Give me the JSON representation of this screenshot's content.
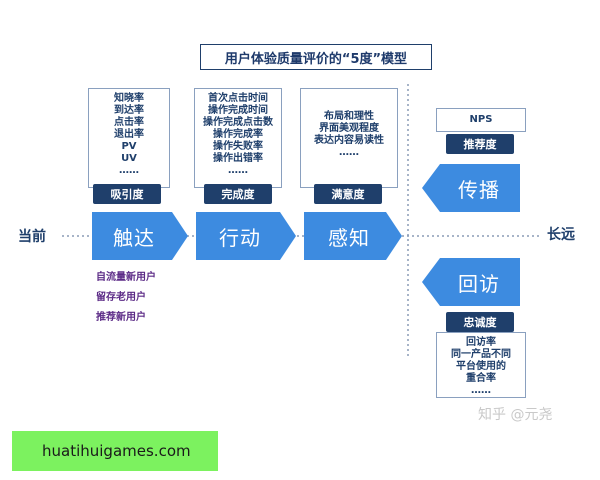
{
  "title": "用户体验质量评价的“5度”模型",
  "left_label": "当前",
  "right_label": "长远",
  "stages": [
    {
      "id": "reach",
      "arrow": "触达",
      "tag": "吸引度",
      "items": [
        "知晓率",
        "到达率",
        "点击率",
        "退出率",
        "PV",
        "UV",
        "……"
      ]
    },
    {
      "id": "action",
      "arrow": "行动",
      "tag": "完成度",
      "items": [
        "首次点击时间",
        "操作完成时间",
        "操作完成点击数",
        "操作完成率",
        "操作失败率",
        "操作出错率",
        "……"
      ]
    },
    {
      "id": "perception",
      "arrow": "感知",
      "tag": "满意度",
      "items": [
        "布局和理性",
        "界面美观程度",
        "表达内容易读性",
        "……"
      ]
    }
  ],
  "spread": {
    "arrow": "传播",
    "tag": "推荐度",
    "items": [
      "NPS"
    ]
  },
  "revisit": {
    "arrow": "回访",
    "tag": "忠诚度",
    "items": [
      "回访率",
      "同一产品不同",
      "平台使用的",
      "重合率",
      "……"
    ]
  },
  "user_types": [
    "自流量新用户",
    "留存老用户",
    "推荐新用户"
  ],
  "watermark": "知乎 @元尧",
  "banner": "huatihuigames.com",
  "colors": {
    "arrow": "#3d8be0",
    "tag": "#1f3f6b",
    "text": "#1f3f6b",
    "user_text": "#5b2a86",
    "banner": "#7cf25f"
  }
}
